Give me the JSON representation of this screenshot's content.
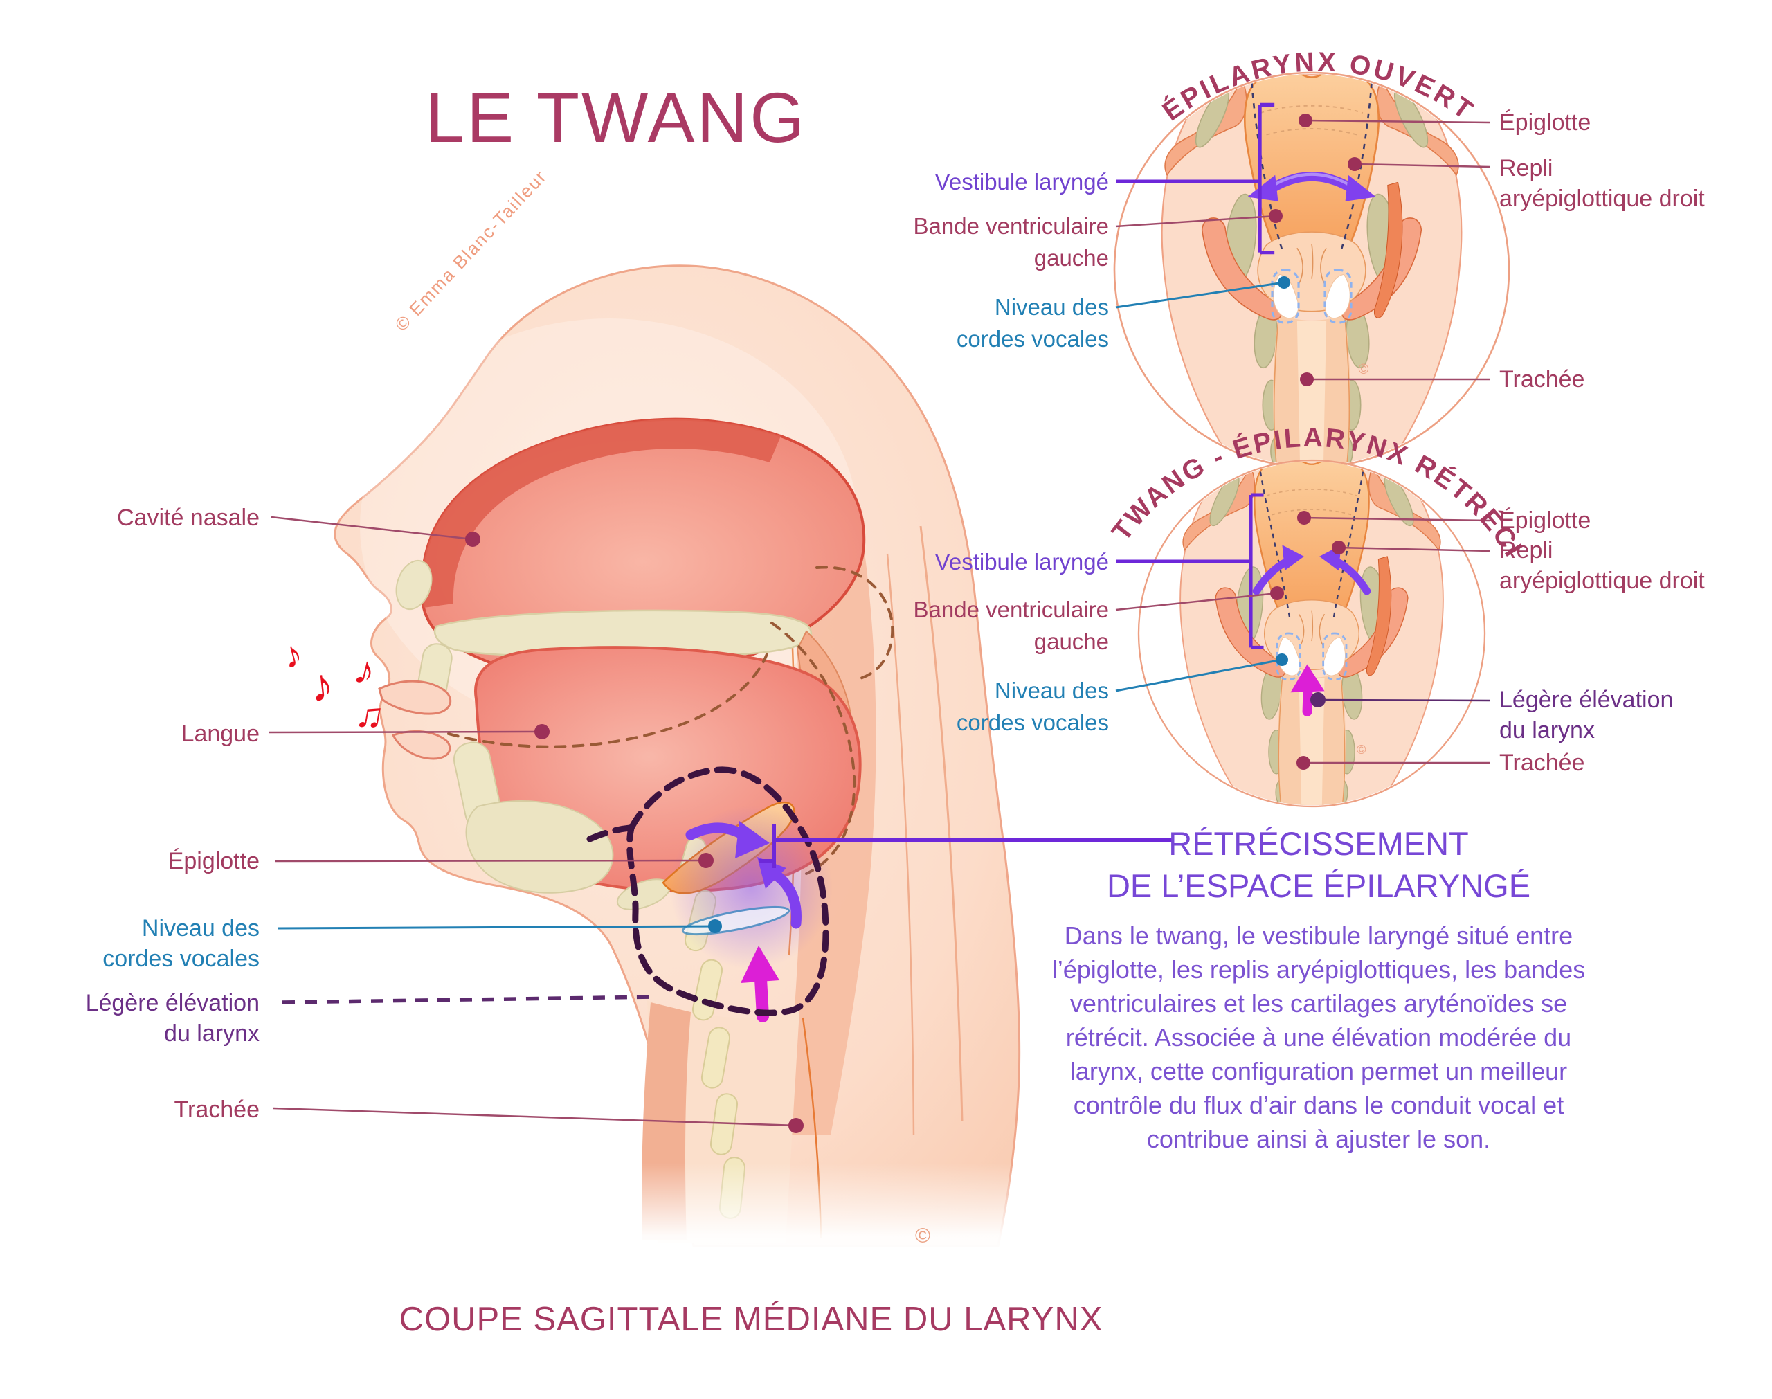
{
  "page": {
    "title": "LE TWANG",
    "caption": "COUPE SAGITTALE MÉDIANE DU LARYNX",
    "signature": "© Emma Blanc-Tailleur",
    "monogram": "©"
  },
  "colors": {
    "accent_maroon": "#a63a62",
    "accent_purple": "#7042cf",
    "accent_blue": "#2280b4",
    "accent_dark_purple": "#6b2f86",
    "paragraph_purple": "#7b52d1",
    "note_red": "#e8101f",
    "circle_stroke": "#eda083",
    "arrow_purple": "#8040ee",
    "arrow_magenta": "#dc1fd6"
  },
  "main_figure": {
    "labels": {
      "cavite_nasale": "Cavité nasale",
      "langue": "Langue",
      "epiglotte": "Épiglotte",
      "niveau_cordes": "Niveau des\ncordes vocales",
      "legere_elevation": "Légère élévation\ndu larynx",
      "trachee": "Trachée"
    }
  },
  "inset_open": {
    "title": "ÉPILARYNX OUVERT",
    "labels": {
      "vestibule": "Vestibule laryngé",
      "bande_ventriculaire": "Bande ventriculaire\ngauche",
      "niveau_cordes": "Niveau des\ncordes vocales",
      "epiglotte": "Épiglotte",
      "repli": "Repli\naryépiglottique droit",
      "trachee": "Trachée"
    }
  },
  "inset_twang": {
    "title": "TWANG - ÉPILARYNX RÉTRÉCI",
    "labels": {
      "vestibule": "Vestibule laryngé",
      "bande_ventriculaire": "Bande ventriculaire\ngauche",
      "niveau_cordes": "Niveau des\ncordes vocales",
      "epiglotte": "Épiglotte",
      "repli": "Repli\naryépiglottique droit",
      "legere_elevation": "Légère élévation\ndu larynx",
      "trachee": "Trachée"
    }
  },
  "callout": {
    "heading": [
      "RÉTRÉCISSEMENT",
      "DE L’ESPACE ÉPILARYNGÉ"
    ],
    "paragraph": "Dans le twang, le vestibule laryngé situé\nentre l’épiglotte, les replis aryépiglottiques,\nles bandes ventriculaires et les cartilages\naryténoïdes se rétrécit. Associée à\nune élévation modérée du larynx, cette\nconfiguration permet un meilleur contrôle\ndu flux d’air dans le conduit vocal et\ncontribue ainsi à ajuster le son."
  },
  "icons": {
    "music_notes": [
      "♪",
      "♪",
      "♪",
      "♫"
    ]
  }
}
